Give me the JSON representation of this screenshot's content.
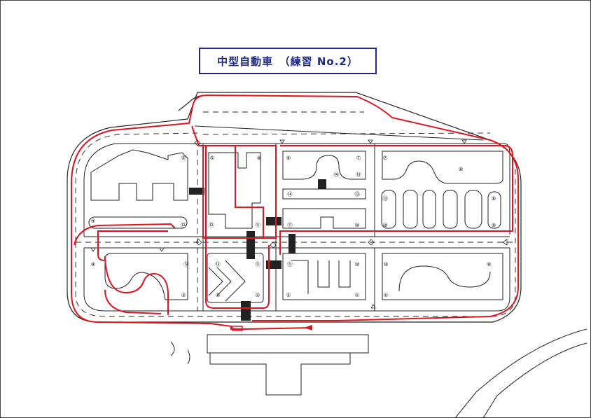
{
  "title": "中型自動車　（練習 No.2）",
  "colors": {
    "route": "#e0141e",
    "track": "#222222",
    "title": "#1d2a80"
  },
  "markers": [
    {
      "label": "⑤"
    },
    {
      "label": "⑥"
    },
    {
      "label": "⑤"
    },
    {
      "label": "⑥"
    },
    {
      "label": "⑦"
    },
    {
      "label": "⑧"
    },
    {
      "label": "⑦"
    },
    {
      "label": "⑭"
    },
    {
      "label": "⑬"
    },
    {
      "label": "⑫"
    },
    {
      "label": "⑪"
    },
    {
      "label": "⑪"
    },
    {
      "label": "⑩"
    },
    {
      "label": "④"
    },
    {
      "label": "⑫"
    },
    {
      "label": "④"
    },
    {
      "label": "⑫"
    },
    {
      "label": "⑫"
    },
    {
      "label": "⑪"
    },
    {
      "label": "⑪"
    },
    {
      "label": "⑩"
    },
    {
      "label": "⑩"
    },
    {
      "label": "⑨"
    },
    {
      "label": "③"
    },
    {
      "label": "③"
    },
    {
      "label": "②"
    },
    {
      "label": "②"
    },
    {
      "label": "①"
    },
    {
      "label": "①"
    },
    {
      "label": "⑧"
    },
    {
      "label": "⑨"
    },
    {
      "label": "⑩"
    },
    {
      "label": "⑬"
    },
    {
      "label": "⑭"
    },
    {
      "label": "⑬"
    }
  ]
}
